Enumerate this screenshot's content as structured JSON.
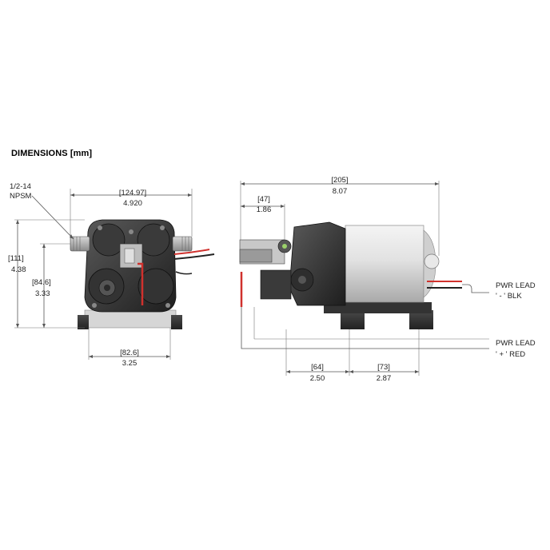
{
  "title": "DIMENSIONS [mm]",
  "front": {
    "port": {
      "line1": "1/2-14",
      "line2": "NPSM"
    },
    "overall_width": {
      "mm": "[124.97]",
      "in": "4.920"
    },
    "height": {
      "mm": "[111]",
      "in": "4.38"
    },
    "inlet_height": {
      "mm": "[84.6]",
      "in": "3.33"
    },
    "base_width": {
      "mm": "[82.6]",
      "in": "3.25"
    }
  },
  "side": {
    "overall_length": {
      "mm": "[205]",
      "in": "8.07"
    },
    "head_offset": {
      "mm": "[47]",
      "in": "1.86"
    },
    "foot_spacing_1": {
      "mm": "[64]",
      "in": "2.50"
    },
    "foot_spacing_2": {
      "mm": "[73]",
      "in": "2.87"
    },
    "lead_neg": {
      "line1": "PWR LEAD",
      "line2": "' - ' BLK"
    },
    "lead_pos": {
      "line1": "PWR LEAD",
      "line2": "' + ' RED"
    }
  },
  "colors": {
    "wire_red": "#d0312d",
    "wire_black": "#222222",
    "body_dark": "#2e2e2e",
    "motor_light": "#e6e6e6"
  }
}
